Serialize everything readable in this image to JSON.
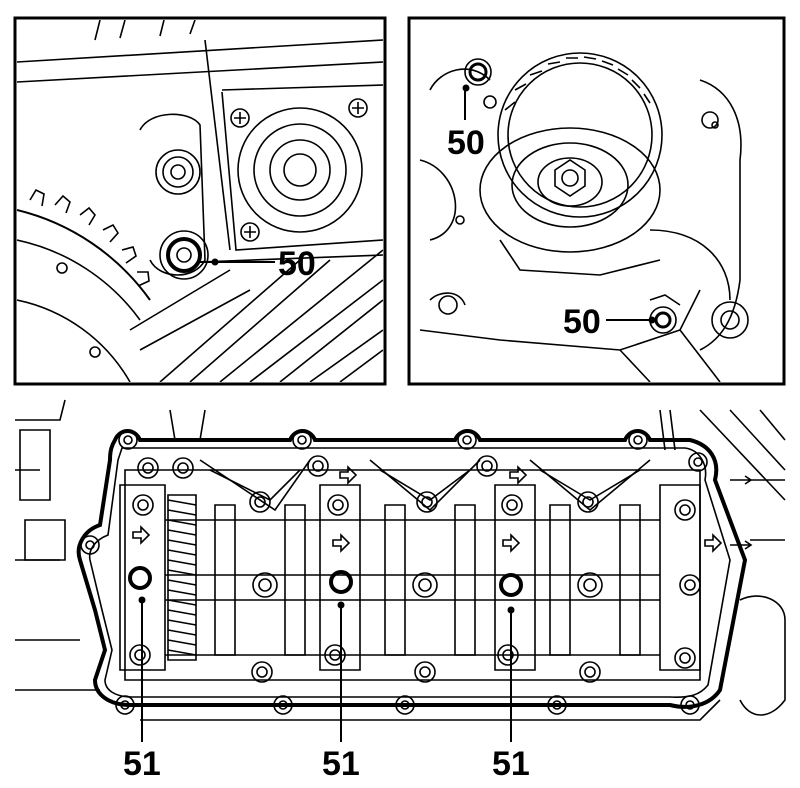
{
  "panels": [
    {
      "callouts": [
        {
          "label": "50"
        }
      ]
    },
    {
      "callouts": [
        {
          "label": "50"
        },
        {
          "label": "50"
        }
      ]
    },
    {
      "callouts": [
        {
          "label": "51"
        },
        {
          "label": "51"
        },
        {
          "label": "51"
        }
      ]
    }
  ],
  "colors": {
    "line": "#000000",
    "background": "#ffffff"
  }
}
